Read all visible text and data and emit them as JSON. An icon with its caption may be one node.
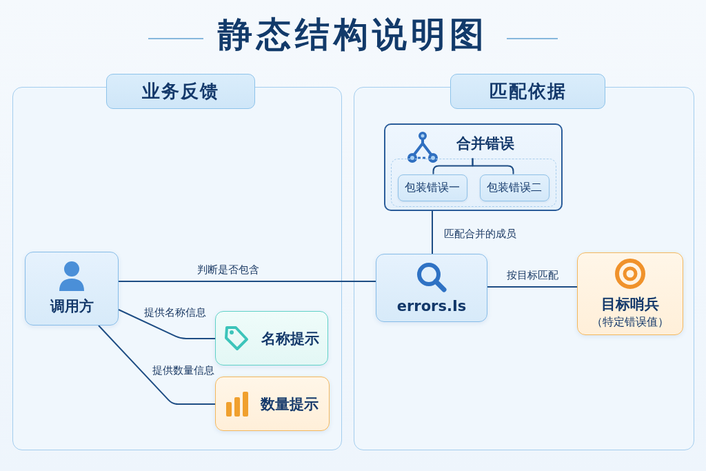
{
  "diagram": {
    "title": "静态结构说明图",
    "nodes": [
      {
        "text": [
          "业务反馈"
        ]
      },
      {
        "text": [
          "调用方"
        ],
        "in": 0
      },
      {
        "text": [
          "名称提示"
        ],
        "in": 0
      },
      {
        "text": [
          "数量提示"
        ],
        "in": 0
      },
      {
        "text": [
          "匹配依据"
        ]
      },
      {
        "text": [
          "合并错误"
        ],
        "in": 4
      },
      {
        "text": [],
        "shape": "box",
        "in": 5
      },
      {
        "text": [
          "包装错误一"
        ],
        "in": 6
      },
      {
        "text": [
          "包装错误二"
        ],
        "in": 6
      },
      {
        "text": [
          "errors.Is"
        ],
        "in": 4
      },
      {
        "text": [
          "目标哨兵",
          "（特定错误值）"
        ],
        "in": 4
      }
    ],
    "edges": [
      {
        "from": 6,
        "to": 7,
        "arrow": "none"
      },
      {
        "from": 6,
        "to": 8,
        "arrow": "none"
      },
      {
        "from": 5,
        "to": 9,
        "label": "匹配合并的成员",
        "arrow": "none"
      },
      {
        "from": 1,
        "to": 9,
        "label": "判断是否包含",
        "arrow": "none"
      },
      {
        "from": 9,
        "to": 10,
        "label": "按目标匹配",
        "arrow": "none"
      },
      {
        "from": 1,
        "to": 2,
        "label": "提供名称信息",
        "arrow": "none"
      },
      {
        "from": 1,
        "to": 3,
        "label": "提供数量信息",
        "arrow": "none"
      }
    ]
  }
}
